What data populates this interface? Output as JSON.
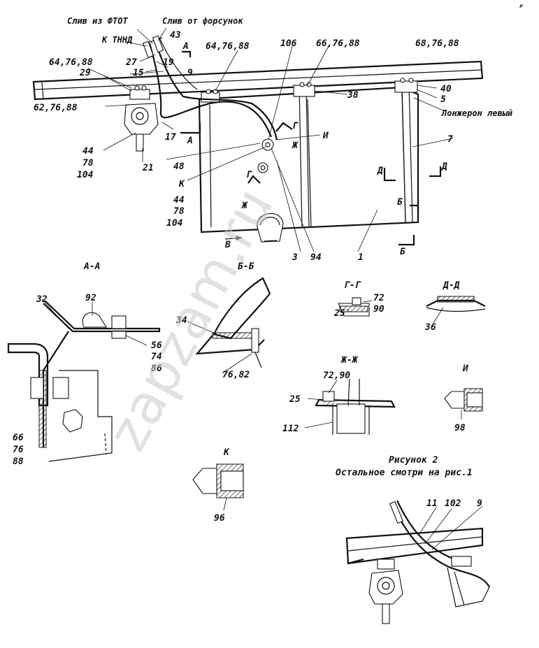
{
  "watermark": "zapzam.ru",
  "corner_mark": "ᵖ",
  "callouts": {
    "drain_ftot": "Слив из ФТОТ",
    "drain_injectors": "Слив от форсунок",
    "to_tnnd": "К ТННД",
    "longeron_left": "Лонжерон левый"
  },
  "main_labels": {
    "n43": "43",
    "n27": "27",
    "n19": "19",
    "n15": "15",
    "n9": "9",
    "g64_76_88_left": "64,76,88",
    "n29": "29",
    "g62_76_88": "62,76,88",
    "g64_76_88_mid": "64,76,88",
    "n106": "106",
    "g66_76_88": "66,76,88",
    "g68_76_88": "68,76,88",
    "n38": "38",
    "n40": "40",
    "n5": "5",
    "n7": "7",
    "n17": "17",
    "n48": "48",
    "n44a": "44",
    "n78a": "78",
    "n104a": "104",
    "n21": "21",
    "letter_K": "К",
    "n44b": "44",
    "n78b": "78",
    "n104b": "104",
    "n3": "3",
    "n94": "94",
    "n1": "1",
    "cut_A_top": "А",
    "cut_A_bot": "А",
    "cut_G": "Г",
    "cut_I": "И",
    "cut_Zh": "Ж",
    "cut_G2": "Г",
    "cut_Zh2": "Ж",
    "cut_D1": "Д",
    "cut_D2": "Д",
    "cut_B1": "Б",
    "cut_B2": "Б",
    "cut_V": "В"
  },
  "sections": {
    "aa": {
      "title": "А-А",
      "n32": "32",
      "n92": "92",
      "n56": "56",
      "n74": "74",
      "n86": "86",
      "n66": "66",
      "n76": "76",
      "n88": "88"
    },
    "bb": {
      "title": "Б-Б",
      "n34": "34",
      "n76_82": "76,82"
    },
    "gg": {
      "title": "Г-Г",
      "n72": "72",
      "n90": "90",
      "n25": "25"
    },
    "dd": {
      "title": "Д-Д",
      "n36": "36"
    },
    "zhzh": {
      "title": "Ж-Ж",
      "n72_90": "72,90",
      "n25": "25",
      "n112": "112"
    },
    "i": {
      "title": "И",
      "n98": "98"
    },
    "k": {
      "title": "К",
      "n96": "96"
    }
  },
  "figure": {
    "title": "Рисунок 2",
    "subtitle": "Остальное смотри на рис.1",
    "n11": "11",
    "n102": "102",
    "n9": "9"
  }
}
